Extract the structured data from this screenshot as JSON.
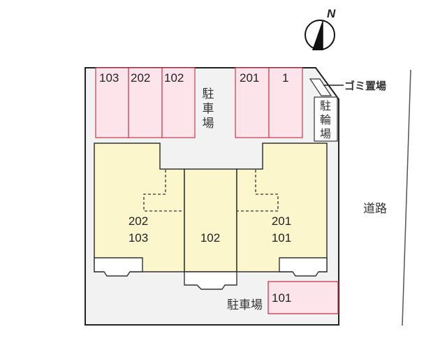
{
  "compass": {
    "label": "N"
  },
  "colors": {
    "lot_fill": "#f2f2f2",
    "lot_border": "#222222",
    "parking_fill": "#fde3ea",
    "parking_border": "#c8374d",
    "building_fill": "#fbf6cc",
    "building_border": "#333333",
    "balcony_fill": "#ffffff",
    "road_line": "#555555"
  },
  "parking_top": {
    "label_chars": [
      "駐",
      "車",
      "場"
    ],
    "spaces": [
      {
        "label": "103"
      },
      {
        "label": "202"
      },
      {
        "label": "102"
      },
      {
        "label": "201"
      },
      {
        "label": "1"
      }
    ]
  },
  "parking_bottom": {
    "label": "駐車場",
    "spaces": [
      {
        "label": "101"
      }
    ]
  },
  "bicycle_parking": {
    "label_chars": [
      "駐",
      "輪",
      "場"
    ]
  },
  "garbage": {
    "label": "ゴミ置場"
  },
  "road": {
    "label": "道路"
  },
  "units": {
    "left": {
      "line1": "202",
      "line2": "103"
    },
    "center": {
      "line1": "102"
    },
    "right": {
      "line1": "201",
      "line2": "101"
    }
  }
}
